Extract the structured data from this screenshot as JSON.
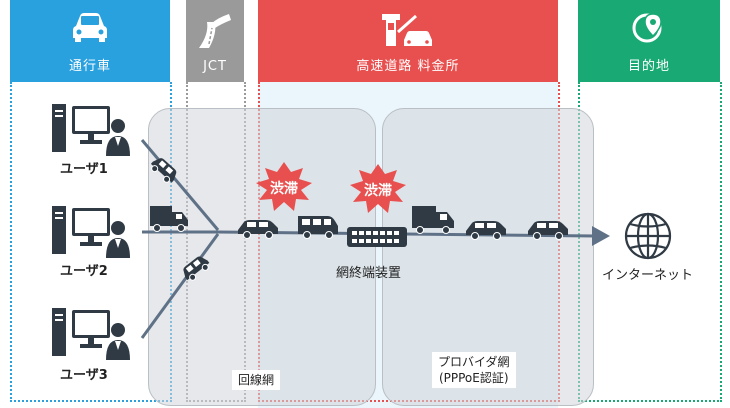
{
  "columns": {
    "car": {
      "label": "通行車",
      "icon": "car-icon",
      "color": "#2aa1df"
    },
    "jct": {
      "label": "JCT",
      "icon": "junction-road-icon",
      "color": "#9a9a9a"
    },
    "toll": {
      "label": "高速道路 料金所",
      "icon": "toll-gate-icon",
      "color": "#e8504f"
    },
    "dest": {
      "label": "目的地",
      "icon": "map-pin-icon",
      "color": "#19a974"
    }
  },
  "users": [
    {
      "label": "ユーザ1"
    },
    {
      "label": "ユーザ2"
    },
    {
      "label": "ユーザ3"
    }
  ],
  "jams": [
    {
      "label": "渋滞"
    },
    {
      "label": "渋滞"
    }
  ],
  "device": {
    "label": "網終端装置"
  },
  "internet": {
    "label": "インターネット"
  },
  "network_line": {
    "label": "回線網"
  },
  "provider": {
    "line1": "プロバイダ網",
    "line2": "(PPPoE認証)"
  }
}
